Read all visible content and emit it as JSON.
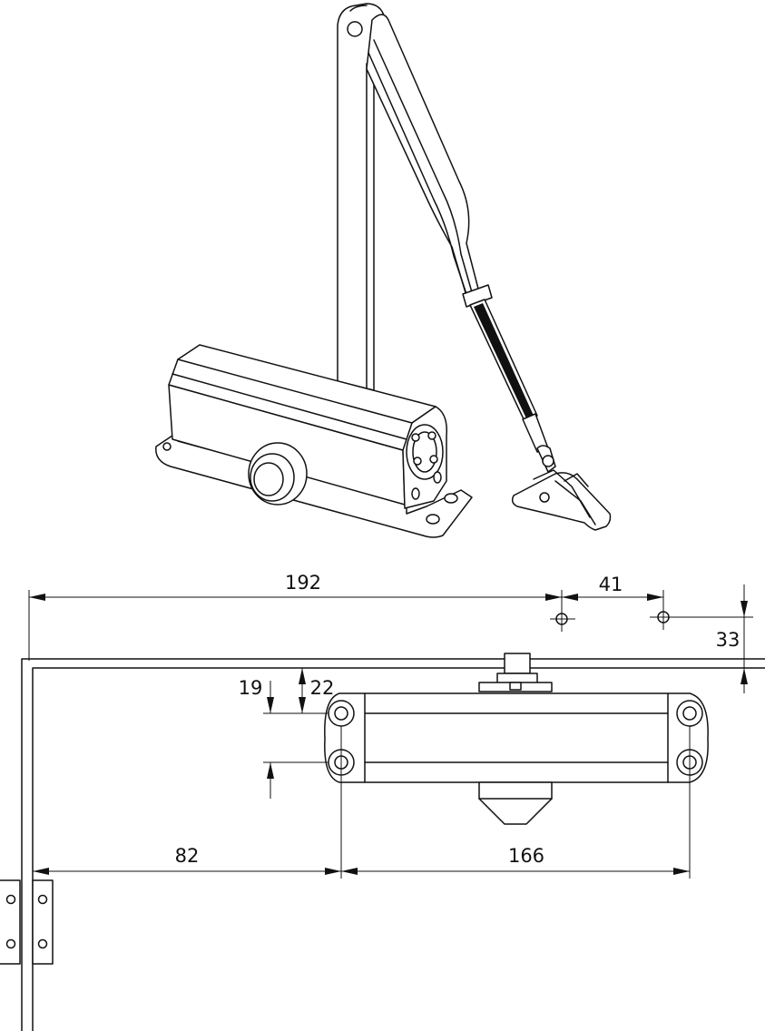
{
  "diagram": {
    "dimensions": {
      "d192": "192",
      "d41": "41",
      "d33": "33",
      "d19": "19",
      "d22": "22",
      "d82": "82",
      "d166": "166"
    }
  }
}
